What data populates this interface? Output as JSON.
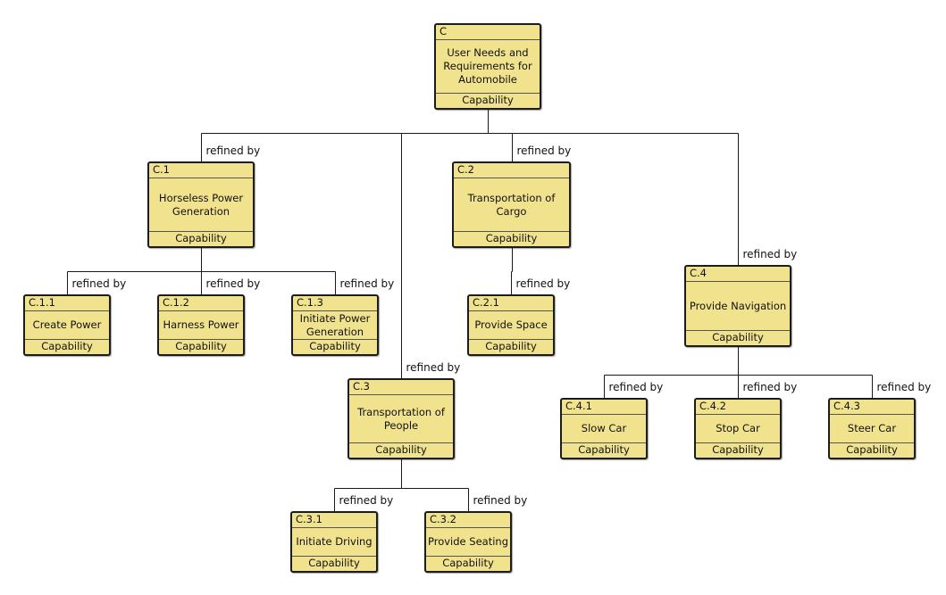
{
  "diagram": {
    "edge_label": "refined by",
    "nodes": {
      "C": {
        "id": "C",
        "name": "User Needs and Requirements for Automobile",
        "type": "Capability"
      },
      "C1": {
        "id": "C.1",
        "name": "Horseless Power Generation",
        "type": "Capability"
      },
      "C11": {
        "id": "C.1.1",
        "name": "Create Power",
        "type": "Capability"
      },
      "C12": {
        "id": "C.1.2",
        "name": "Harness Power",
        "type": "Capability"
      },
      "C13": {
        "id": "C.1.3",
        "name": "Initiate Power Generation",
        "type": "Capability"
      },
      "C2": {
        "id": "C.2",
        "name": "Transportation of Cargo",
        "type": "Capability"
      },
      "C21": {
        "id": "C.2.1",
        "name": "Provide Space",
        "type": "Capability"
      },
      "C3": {
        "id": "C.3",
        "name": "Transportation of People",
        "type": "Capability"
      },
      "C31": {
        "id": "C.3.1",
        "name": "Initiate Driving",
        "type": "Capability"
      },
      "C32": {
        "id": "C.3.2",
        "name": "Provide Seating",
        "type": "Capability"
      },
      "C4": {
        "id": "C.4",
        "name": "Provide Navigation",
        "type": "Capability"
      },
      "C41": {
        "id": "C.4.1",
        "name": "Slow Car",
        "type": "Capability"
      },
      "C42": {
        "id": "C.4.2",
        "name": "Stop Car",
        "type": "Capability"
      },
      "C43": {
        "id": "C.4.3",
        "name": "Steer Car",
        "type": "Capability"
      }
    },
    "edges": [
      {
        "from": "C",
        "to": "C1"
      },
      {
        "from": "C",
        "to": "C2"
      },
      {
        "from": "C",
        "to": "C3"
      },
      {
        "from": "C",
        "to": "C4"
      },
      {
        "from": "C1",
        "to": "C11"
      },
      {
        "from": "C1",
        "to": "C12"
      },
      {
        "from": "C1",
        "to": "C13"
      },
      {
        "from": "C2",
        "to": "C21"
      },
      {
        "from": "C3",
        "to": "C31"
      },
      {
        "from": "C3",
        "to": "C32"
      },
      {
        "from": "C4",
        "to": "C41"
      },
      {
        "from": "C4",
        "to": "C42"
      },
      {
        "from": "C4",
        "to": "C43"
      }
    ]
  }
}
